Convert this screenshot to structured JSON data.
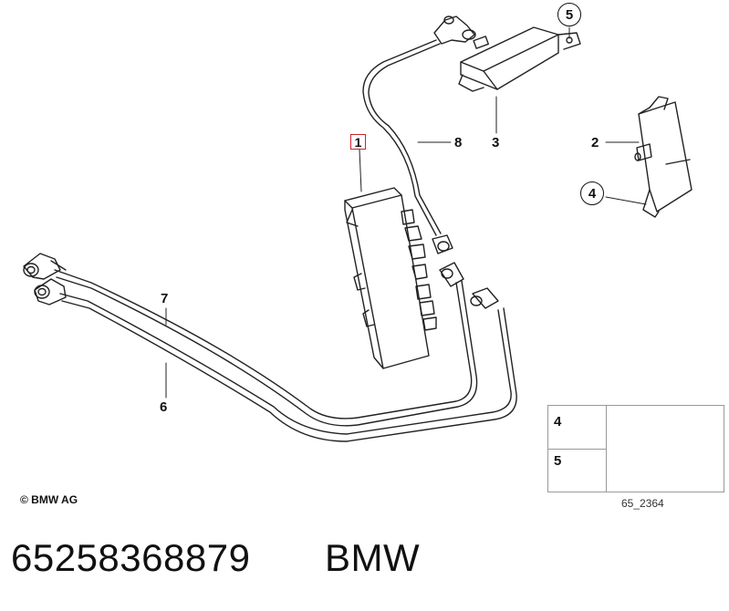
{
  "callouts": {
    "c1": "1",
    "c2": "2",
    "c3": "3",
    "c4": "4",
    "c5": "5",
    "c6": "6",
    "c7": "7",
    "c8": "8"
  },
  "reference_panel": {
    "row1_number": "4",
    "row2_number": "5",
    "diagram_id": "65_2364"
  },
  "copyright": "© BMW AG",
  "footer": {
    "part_number": "65258368879",
    "brand": "BMW"
  },
  "colors": {
    "line": "#222222",
    "highlight_box": "#d3202a"
  }
}
